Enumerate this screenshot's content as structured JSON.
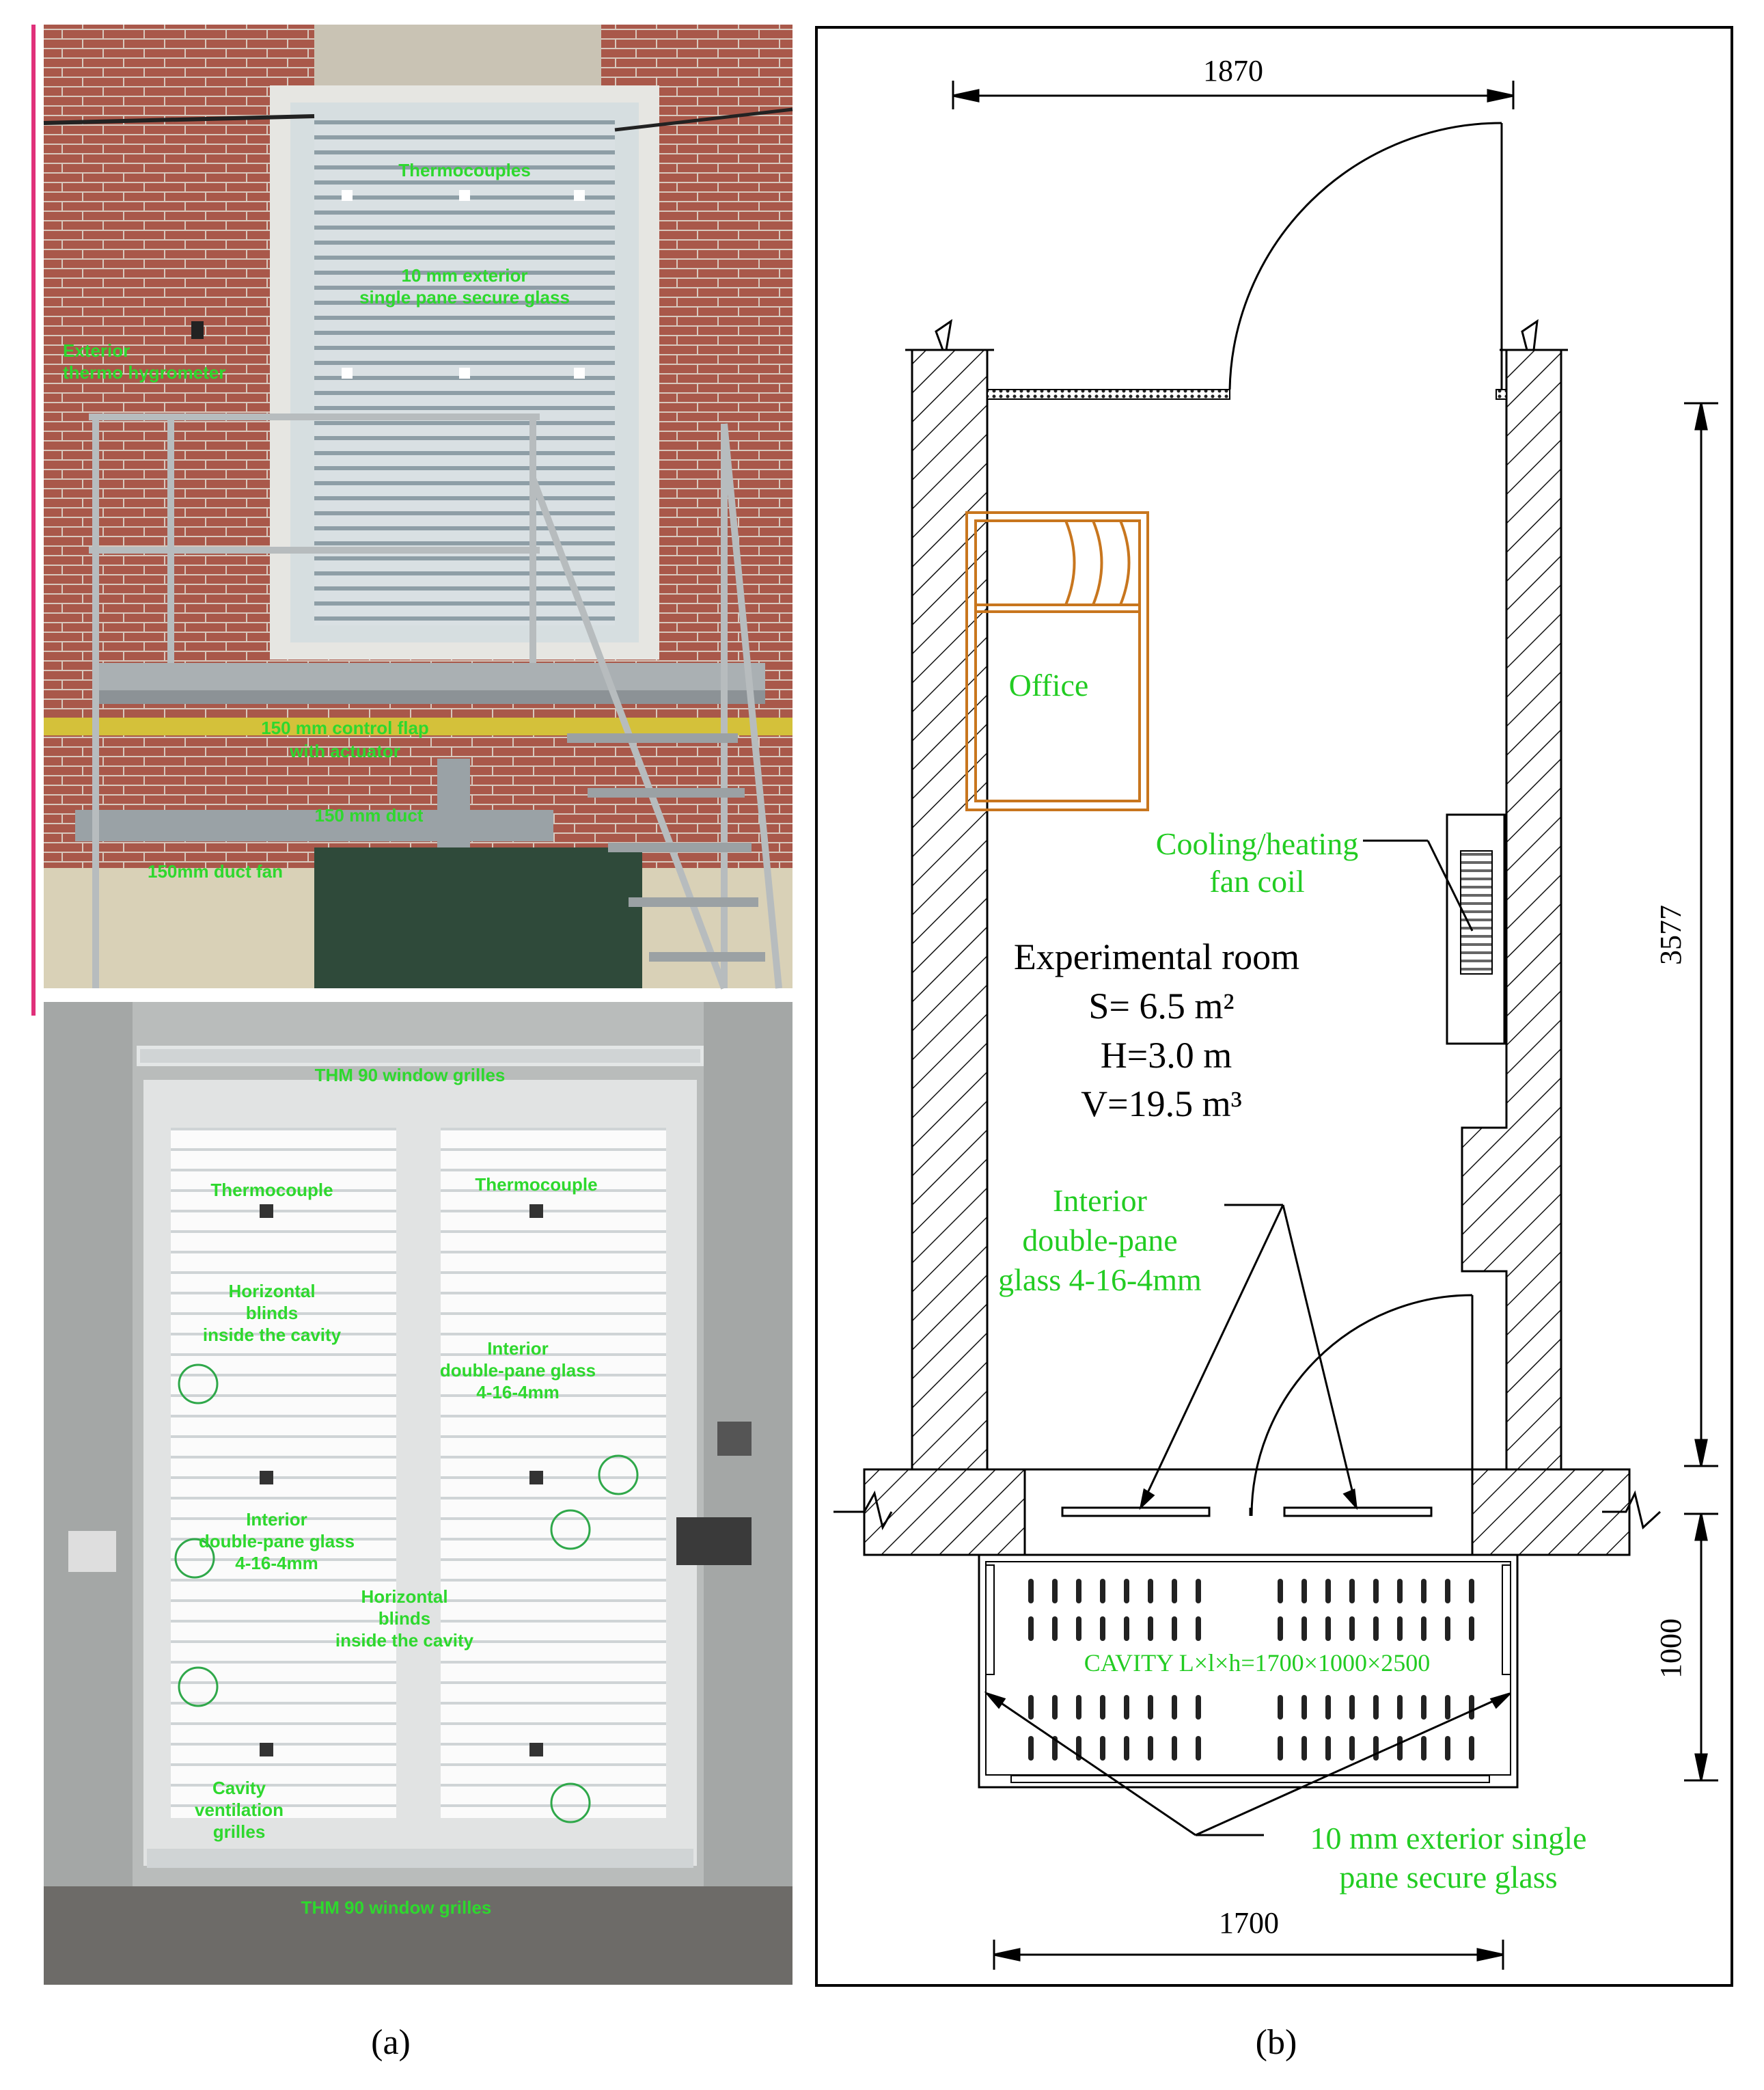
{
  "panel_a": {
    "caption": "(a)",
    "photo_exterior": {
      "labels": {
        "thermocouples": "Thermocouples",
        "glass_line1": "10 mm exterior",
        "glass_line2": "single pane secure glass",
        "hygro_line1": "Exterior",
        "hygro_line2": "thermo hygrometer",
        "flap_line1": "150 mm control flap",
        "flap_line2": "with actuator",
        "duct": "150 mm duct",
        "fan": "150mm duct fan"
      }
    },
    "photo_interior": {
      "labels": {
        "grilles_top": "THM 90 window grilles",
        "thermocouple_left": "Thermocouple",
        "thermocouple_right": "Thermocouple",
        "blinds1_line1": "Horizontal",
        "blinds1_line2": "blinds",
        "blinds1_line3": "inside the cavity",
        "dp_right_line1": "Interior",
        "dp_right_line2": "double-pane glass",
        "dp_right_line3": "4-16-4mm",
        "dp_left_line1": "Interior",
        "dp_left_line2": "double-pane glass",
        "dp_left_line3": "4-16-4mm",
        "blinds2_line1": "Horizontal",
        "blinds2_line2": "blinds",
        "blinds2_line3": "inside the cavity",
        "vent_line1": "Cavity",
        "vent_line2": "ventilation",
        "vent_line3": "grilles",
        "grilles_bottom": "THM 90 window grilles"
      }
    }
  },
  "panel_b": {
    "caption": "(b)",
    "dim_top": "1870",
    "dim_right_room": "3577",
    "dim_right_cavity": "1000",
    "dim_bottom": "1700",
    "office": "Office",
    "fan_coil_line1": "Cooling/heating",
    "fan_coil_line2": "fan coil",
    "room_title": "Experimental room",
    "room_area": "S= 6.5 m²",
    "room_height": "H=3.0 m",
    "room_volume": "V=19.5 m³",
    "interior_glass_line1": "Interior",
    "interior_glass_line2": "double-pane",
    "interior_glass_line3": "glass 4-16-4mm",
    "cavity": "CAVITY L×l×h=1700×1000×2500",
    "exterior_glass_line1": "10 mm exterior single",
    "exterior_glass_line2": "pane secure glass"
  },
  "colors": {
    "label_green": "#2ed82e",
    "plan_green": "#22cc22",
    "office_orange": "#c8761e",
    "accent_pink": "#e0307a"
  }
}
